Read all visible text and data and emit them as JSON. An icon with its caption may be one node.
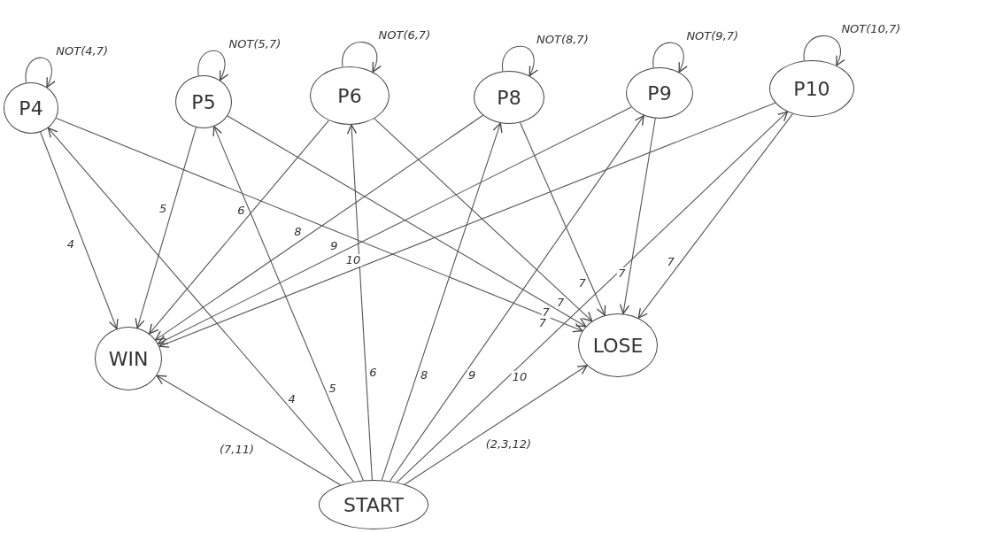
{
  "diagram": {
    "nodes": [
      {
        "text": [
          "P4"
        ]
      },
      {
        "text": [
          "P5"
        ]
      },
      {
        "text": [
          "P6"
        ]
      },
      {
        "text": [
          "P8"
        ]
      },
      {
        "text": [
          "P9"
        ]
      },
      {
        "text": [
          "P10"
        ]
      },
      {
        "text": [
          "WIN"
        ]
      },
      {
        "text": [
          "LOSE"
        ]
      },
      {
        "text": [
          "START"
        ]
      }
    ],
    "edges": [
      {
        "from": 0,
        "to": 0,
        "arrow": "to",
        "label": "NOT(4,7)"
      },
      {
        "from": 1,
        "to": 1,
        "arrow": "to",
        "label": "NOT(5,7)"
      },
      {
        "from": 2,
        "to": 2,
        "arrow": "to",
        "label": "NOT(6,7)"
      },
      {
        "from": 3,
        "to": 3,
        "arrow": "to",
        "label": "NOT(8,7)"
      },
      {
        "from": 4,
        "to": 4,
        "arrow": "to",
        "label": "NOT(9,7)"
      },
      {
        "from": 5,
        "to": 5,
        "arrow": "to",
        "label": "NOT(10,7)"
      },
      {
        "from": 0,
        "to": 6,
        "arrow": "to",
        "label": "4"
      },
      {
        "from": 1,
        "to": 6,
        "arrow": "to",
        "label": "5"
      },
      {
        "from": 2,
        "to": 6,
        "arrow": "to",
        "label": "6"
      },
      {
        "from": 3,
        "to": 6,
        "arrow": "to",
        "label": "8"
      },
      {
        "from": 4,
        "to": 6,
        "arrow": "to",
        "label": "9"
      },
      {
        "from": 5,
        "to": 6,
        "arrow": "to",
        "label": "10"
      },
      {
        "from": 0,
        "to": 7,
        "arrow": "to",
        "label": "7"
      },
      {
        "from": 1,
        "to": 7,
        "arrow": "to",
        "label": "7"
      },
      {
        "from": 2,
        "to": 7,
        "arrow": "to",
        "label": "7"
      },
      {
        "from": 3,
        "to": 7,
        "arrow": "to",
        "label": "7"
      },
      {
        "from": 4,
        "to": 7,
        "arrow": "to",
        "label": "7"
      },
      {
        "from": 5,
        "to": 7,
        "arrow": "to",
        "label": "7"
      },
      {
        "from": 8,
        "to": 6,
        "arrow": "to",
        "label": "(7,11)"
      },
      {
        "from": 8,
        "to": 7,
        "arrow": "to",
        "label": "(2,3,12)"
      },
      {
        "from": 8,
        "to": 0,
        "arrow": "to",
        "label": "4"
      },
      {
        "from": 8,
        "to": 1,
        "arrow": "to",
        "label": "5"
      },
      {
        "from": 8,
        "to": 2,
        "arrow": "to",
        "label": "6"
      },
      {
        "from": 8,
        "to": 3,
        "arrow": "to",
        "label": "8"
      },
      {
        "from": 8,
        "to": 4,
        "arrow": "to",
        "label": "9"
      },
      {
        "from": 8,
        "to": 5,
        "arrow": "to",
        "label": "10"
      }
    ]
  }
}
